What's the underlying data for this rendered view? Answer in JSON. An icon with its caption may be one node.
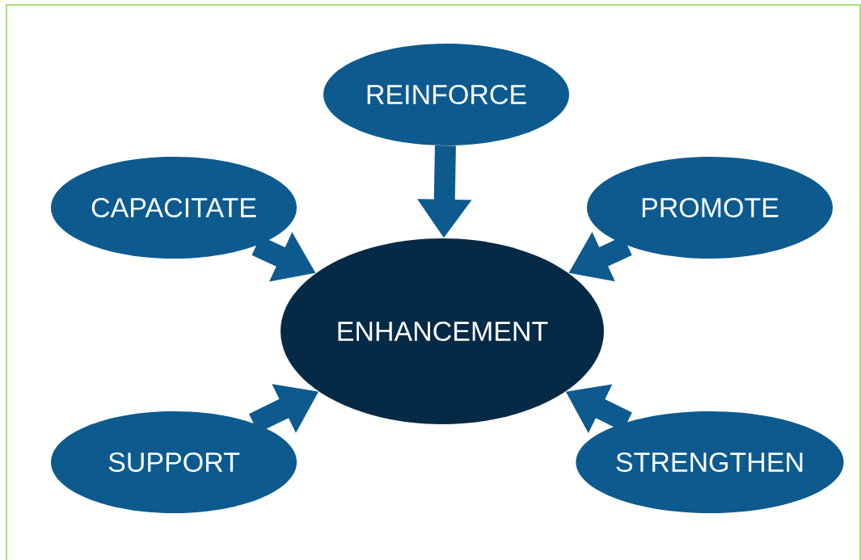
{
  "diagram": {
    "nodes": [
      {
        "text": [
          "REINFORCE"
        ]
      },
      {
        "text": [
          "CAPACITATE"
        ]
      },
      {
        "text": [
          "PROMOTE"
        ]
      },
      {
        "text": [
          "ENHANCEMENT"
        ]
      },
      {
        "text": [
          "SUPPORT"
        ]
      },
      {
        "text": [
          "STRENGTHEN"
        ]
      }
    ],
    "edges": [
      {
        "from": 0,
        "to": 3,
        "arrow": "to"
      },
      {
        "from": 1,
        "to": 3,
        "arrow": "to"
      },
      {
        "from": 2,
        "to": 3,
        "arrow": "to"
      },
      {
        "from": 4,
        "to": 3,
        "arrow": "to"
      },
      {
        "from": 5,
        "to": 3,
        "arrow": "to"
      }
    ]
  }
}
